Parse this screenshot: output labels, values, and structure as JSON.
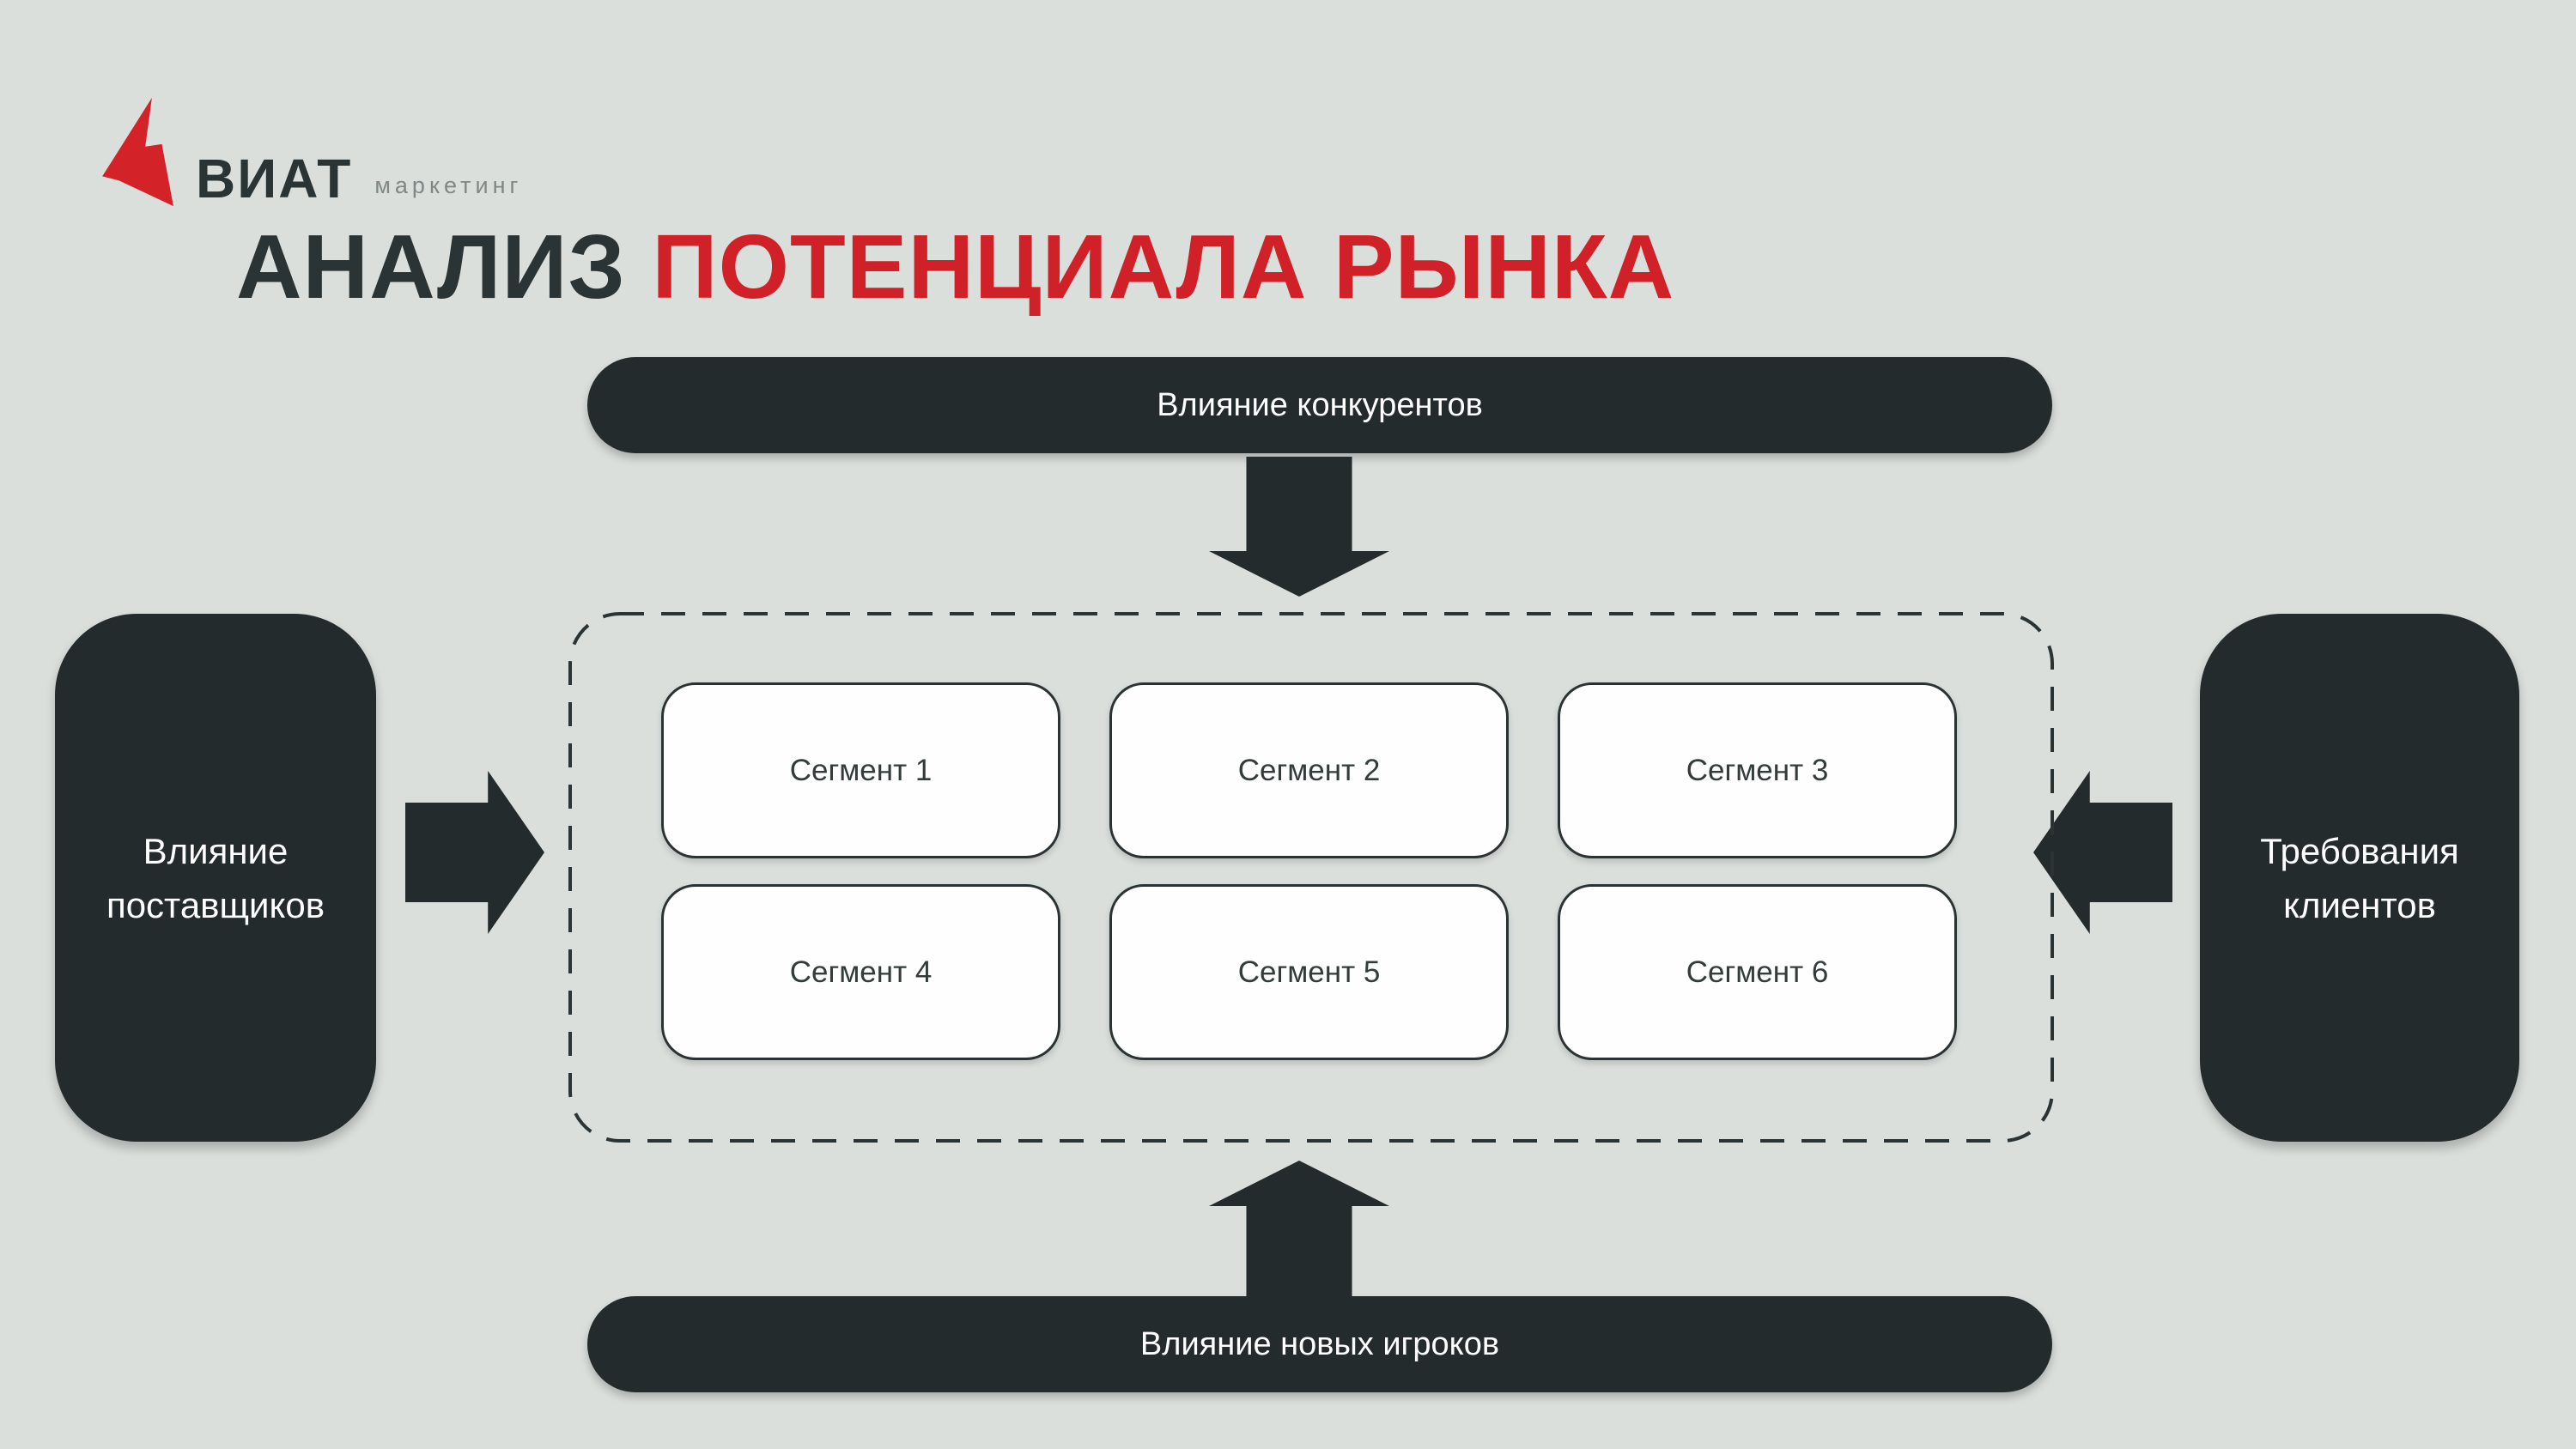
{
  "slide": {
    "colors": {
      "bg": "#dadfdc",
      "dark": "#232b2c",
      "red": "#cf2127",
      "logo_red": "#d42229",
      "title_dark": "#2b3434",
      "tagline_gray": "#7f8887",
      "card_bg": "#fdfefd",
      "card_border": "#2b3233"
    },
    "logo": {
      "icon": "red-bolt-arrow-icon",
      "brand": "ВИАТ",
      "tagline": "маркетинг"
    },
    "title": {
      "prefix": "АНАЛИЗ ",
      "highlight": "ПОТЕНЦИАЛА РЫНКА"
    },
    "forces": {
      "top": "Влияние конкурентов",
      "bottom": "Влияние новых игроков",
      "left": "Влияние поставщиков",
      "right": "Требования клиентов"
    },
    "segments": [
      "Сегмент 1",
      "Сегмент 2",
      "Сегмент 3",
      "Сегмент 4",
      "Сегмент 5",
      "Сегмент 6"
    ]
  }
}
